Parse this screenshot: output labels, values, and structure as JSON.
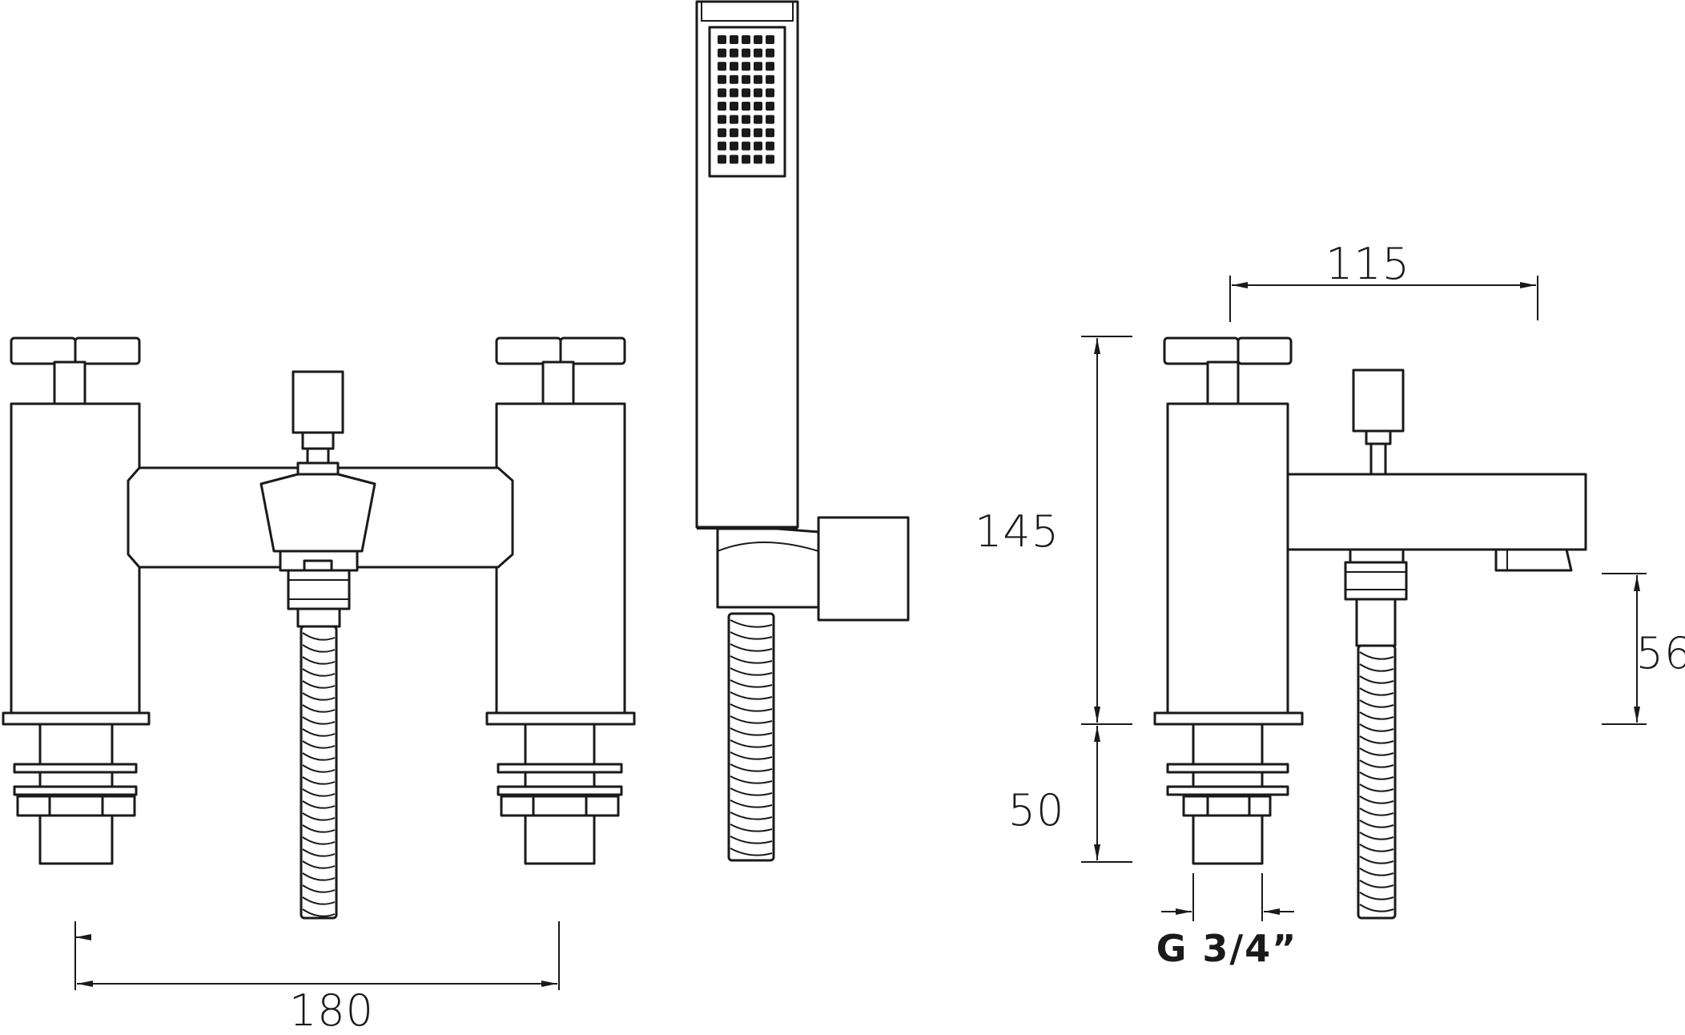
{
  "dimensions": {
    "width_between_centres": "180",
    "spout_projection": "115",
    "height_to_handles": "145",
    "spout_height": "56",
    "tail_length": "50",
    "thread_size": "G 3/4”"
  },
  "colors": {
    "line": "#1a1a1a",
    "background": "#ffffff"
  }
}
